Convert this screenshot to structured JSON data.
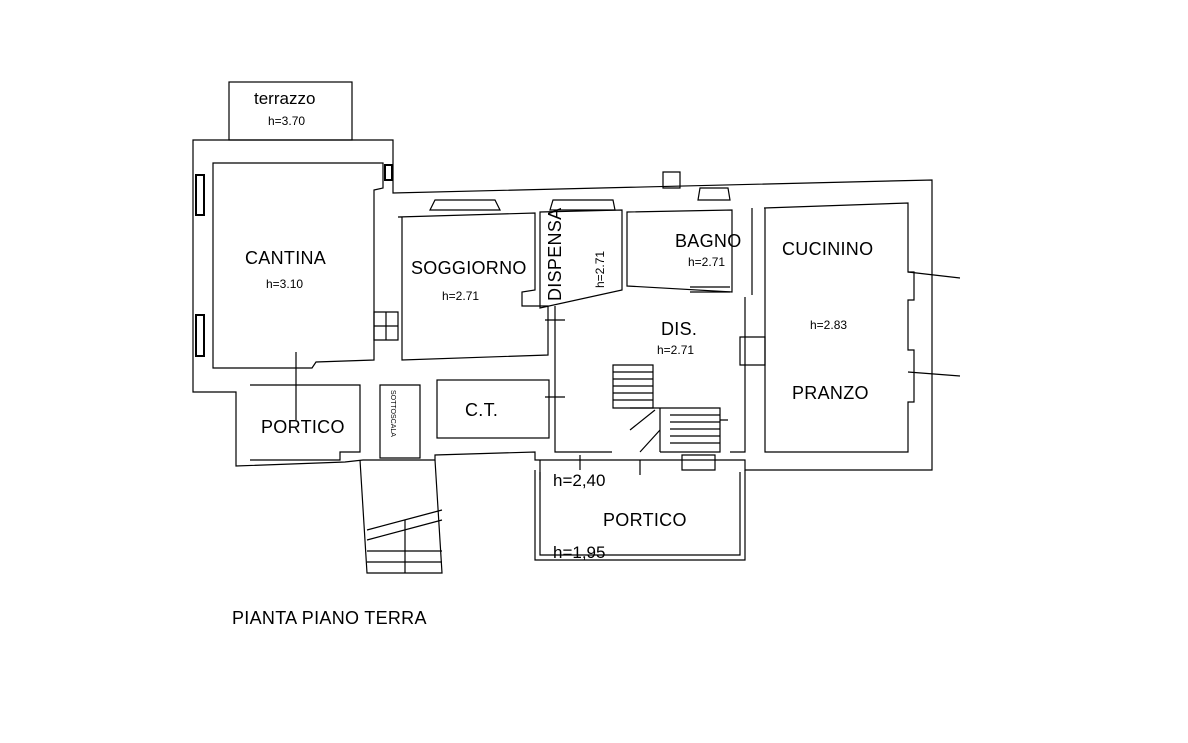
{
  "rooms": {
    "terrazzo": {
      "name": "terrazzo",
      "height": "h=3.70"
    },
    "cantina": {
      "name": "CANTINA",
      "height": "h=3.10"
    },
    "soggiorno": {
      "name": "SOGGIORNO",
      "height": "h=2.71"
    },
    "dispensa": {
      "name": "DISPENSA",
      "height": "h=2.71"
    },
    "bagno": {
      "name": "BAGNO",
      "height": "h=2.71"
    },
    "cucinino": {
      "name": "CUCININO",
      "height": "h=2.83"
    },
    "dis": {
      "name": "DIS.",
      "height": "h=2.71"
    },
    "pranzo": {
      "name": "PRANZO"
    },
    "portico_left": {
      "name": "PORTICO"
    },
    "sottoscala": {
      "name": "SOTTOSCALA"
    },
    "ct": {
      "name": "C.T."
    },
    "portico_front": {
      "name": "PORTICO",
      "height_top": "h=2,40",
      "height_bottom": "h=1,95"
    }
  },
  "plan_title": "PIANTA PIANO TERRA"
}
